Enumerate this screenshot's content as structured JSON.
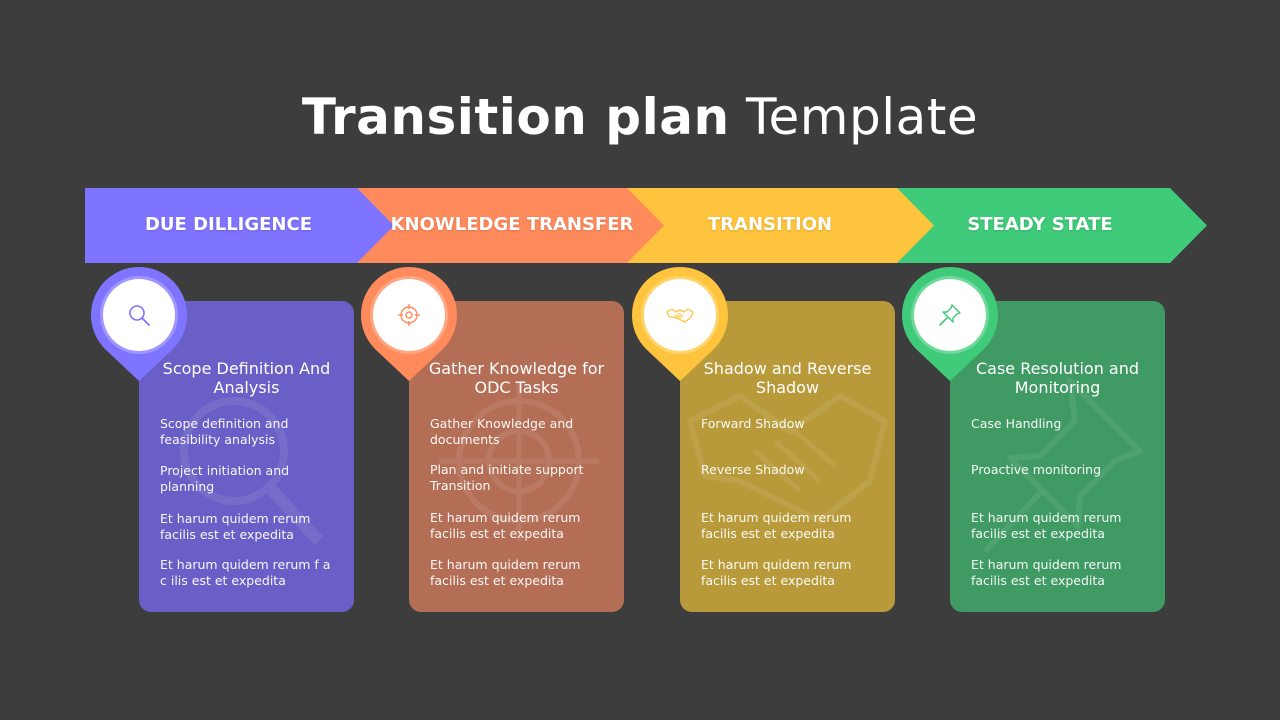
{
  "title": {
    "bold": "Transition plan",
    "light": "Template"
  },
  "colors": {
    "background": "#3d3d3d",
    "stage1": "#7f74ff",
    "stage2": "#ff8a5c",
    "stage3": "#ffc43d",
    "stage4": "#3fcb7a",
    "card1": "#6a5fc6",
    "card2": "#b46e56",
    "card3": "#b89a3a",
    "card4": "#3f9a63"
  },
  "stages": [
    {
      "label": "DUE DILLIGENCE",
      "icon": "magnifier-icon",
      "card_title": "Scope Definition And Analysis",
      "items": [
        "Scope definition  and feasibility analysis",
        "Project initiation  and planning",
        "Et harum quidem  rerum facilis  est et expedita",
        "Et harum quidem  rerum  f a c ilis  est et expedita"
      ]
    },
    {
      "label": "KNOWLEDGE TRANSFER",
      "icon": "target-icon",
      "card_title": "Gather Knowledge for ODC Tasks",
      "items": [
        "Gather Knowledge  and documents",
        "Plan and initiate support Transition",
        "Et harum quidem  rerum facilis  est et expedita",
        "Et harum quidem  rerum facilis  est et expedita"
      ]
    },
    {
      "label": "TRANSITION",
      "icon": "handshake-icon",
      "card_title": "Shadow and Reverse Shadow",
      "items": [
        "Forward Shadow",
        "Reverse Shadow",
        "Et harum quidem  rerum facilis  est et expedita",
        "Et harum quidem  rerum facilis  est et expedita"
      ]
    },
    {
      "label": "STEADY STATE",
      "icon": "pushpin-icon",
      "card_title": "Case Resolution and Monitoring",
      "items": [
        "Case Handling",
        "Proactive monitoring",
        "Et harum quidem  rerum facilis  est et expedita",
        "Et harum quidem  rerum facilis  est et expedita"
      ]
    }
  ]
}
